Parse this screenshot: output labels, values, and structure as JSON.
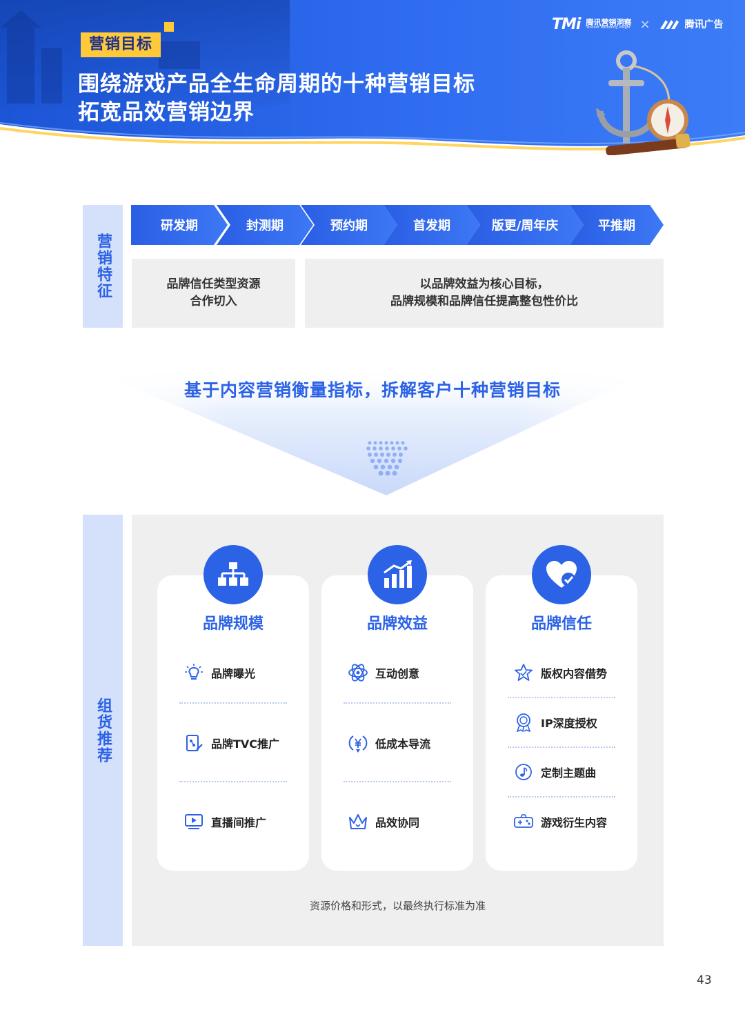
{
  "header": {
    "tag": "营销目标",
    "title_line1": "围绕游戏产品全生命周期的十种营销目标",
    "title_line2": "拓宽品效营销边界",
    "logo_tmi": "TMi",
    "logo_tmi_cn": "腾讯营销洞察",
    "logo_tmi_en": "Tencent Marketing Insight",
    "logo_x": "×",
    "logo_ads": "腾讯广告"
  },
  "section1": {
    "side_label": "营销特征",
    "stages": [
      "研发期",
      "封测期",
      "预约期",
      "首发期",
      "版更/周年庆",
      "平推期"
    ],
    "feature1": [
      "品牌信任类型资源",
      "合作切入"
    ],
    "feature2": [
      "以品牌效益为核心目标，",
      "品牌规模和品牌信任提高整包性价比"
    ]
  },
  "funnel_text": "基于内容营销衡量指标，拆解客户十种营销目标",
  "section2": {
    "side_label": "组货推荐",
    "cards": [
      {
        "title": "品牌规模",
        "icon": "hierarchy-icon",
        "items": [
          {
            "label": "品牌曝光",
            "icon": "lightbulb-icon"
          },
          {
            "label": "品牌TVC推广",
            "icon": "video-edit-icon"
          },
          {
            "label": "直播间推广",
            "icon": "monitor-play-icon"
          }
        ]
      },
      {
        "title": "品牌效益",
        "icon": "bar-chart-icon",
        "items": [
          {
            "label": "互动创意",
            "icon": "atom-icon"
          },
          {
            "label": "低成本导流",
            "icon": "yen-arrow-icon"
          },
          {
            "label": "品效协同",
            "icon": "crown-icon"
          }
        ]
      },
      {
        "title": "品牌信任",
        "icon": "heart-check-icon",
        "items": [
          {
            "label": "版权内容借势",
            "icon": "star-icon"
          },
          {
            "label": "IP深度授权",
            "icon": "badge-icon"
          },
          {
            "label": "定制主题曲",
            "icon": "music-icon"
          },
          {
            "label": "游戏衍生内容",
            "icon": "gamepad-icon"
          }
        ]
      }
    ],
    "note": "资源价格和形式，以最终执行标准为准"
  },
  "page_number": "43",
  "colors": {
    "primary_blue": "#2b62e6",
    "light_blue": "#d5e1fb",
    "tag_yellow": "#ffc93a",
    "panel_gray": "#efefef"
  }
}
